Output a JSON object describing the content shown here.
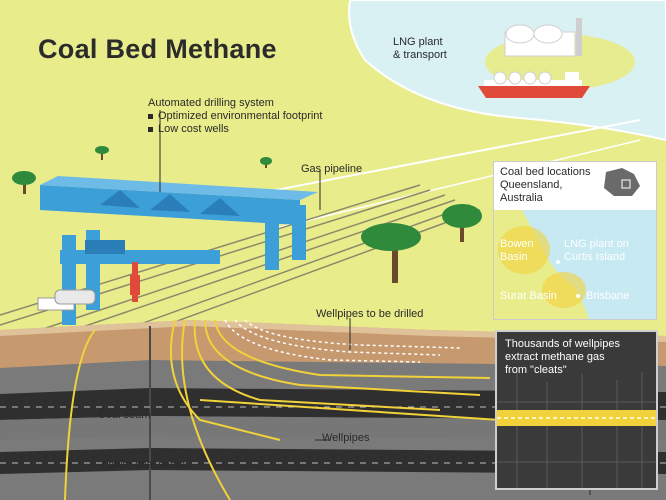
{
  "title": "Coal Bed Methane",
  "labels": {
    "lng_plant": "LNG plant\n& transport",
    "drilling_system": "Automated drilling system",
    "drilling_points": [
      "Optimized environmental footprint",
      "Low cost wells"
    ],
    "gas_pipeline": "Gas pipeline",
    "wellpipes_to_be_drilled": "Wellpipes to be drilled",
    "coal_seam": "Coal seam",
    "lower_coal_seam": "Lower coal seam",
    "wellpipes": "Wellpipes"
  },
  "map": {
    "title": "Coal bed locations\nQueensland,\nAustralia",
    "bowen": "Bowen\nBasin",
    "surat": "Surat Basin",
    "lng": "LNG plant on\nCurtis Island",
    "brisbane": "Brisbane"
  },
  "inset": {
    "caption": "Thousands of wellpipes\nextract methane gas\nfrom \"cleats\""
  },
  "colors": {
    "background": "#e8ec8a",
    "sky": "#d9f1f3",
    "rig": "#3d9fd8",
    "soil": "#c7996e",
    "rock": "#777777",
    "coal": "#2f2f2f",
    "pipe": "#f1d23a",
    "ship": "#e04a3a"
  }
}
